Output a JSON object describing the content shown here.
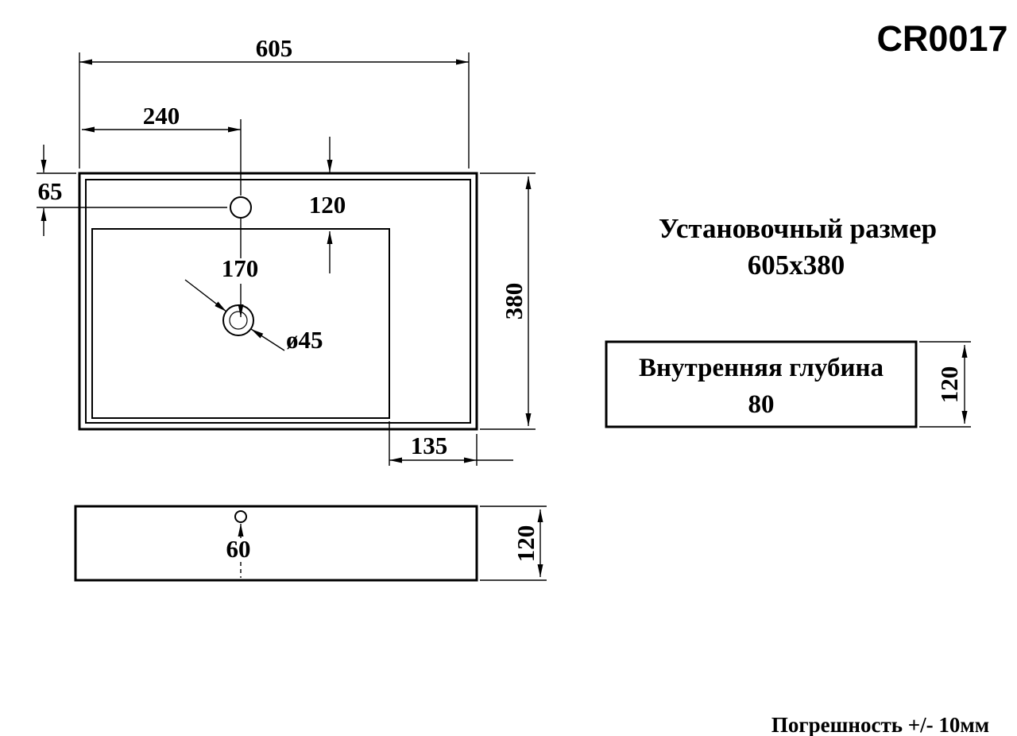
{
  "page": {
    "model": "CR0017",
    "installation": {
      "line1": "Установочный размер",
      "line2": "605x380"
    },
    "depth_box": {
      "line1": "Внутренняя глубина",
      "line2": "80"
    },
    "tolerance": "Погрешность +/- 10мм"
  },
  "dims": {
    "overall_width": "605",
    "faucet_offset_x": "240",
    "faucet_offset_y": "65",
    "basin_top_inset": "120",
    "faucet_to_drain": "170",
    "drain_diameter": "ø45",
    "overall_depth": "380",
    "right_ledge": "135",
    "side_hole": "60",
    "side_height": "120",
    "box_height": "120"
  },
  "colors": {
    "ink": "#000000",
    "background": "#ffffff"
  }
}
